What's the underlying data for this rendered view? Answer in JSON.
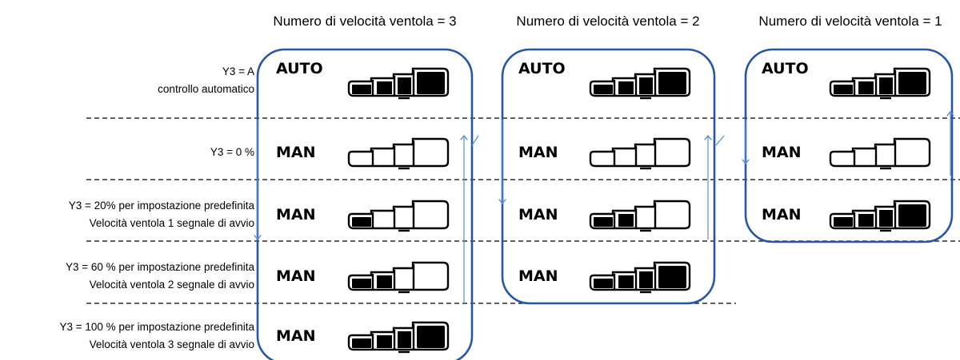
{
  "columns": [
    {
      "heading": "Numero di velocità ventola = 3",
      "rows": [
        {
          "mode": "AUTO",
          "fill": 3
        },
        {
          "mode": "MAN",
          "fill": 0
        },
        {
          "mode": "MAN",
          "fill": 1
        },
        {
          "mode": "MAN",
          "fill": 2
        },
        {
          "mode": "MAN",
          "fill": 3
        }
      ]
    },
    {
      "heading": "Numero di velocità ventola = 2",
      "rows": [
        {
          "mode": "AUTO",
          "fill": 3
        },
        {
          "mode": "MAN",
          "fill": 0
        },
        {
          "mode": "MAN",
          "fill": 2
        },
        {
          "mode": "MAN",
          "fill": 3
        }
      ]
    },
    {
      "heading": "Numero di velocità ventola = 1",
      "rows": [
        {
          "mode": "AUTO",
          "fill": 3
        },
        {
          "mode": "MAN",
          "fill": 0
        },
        {
          "mode": "MAN",
          "fill": 3
        }
      ]
    }
  ],
  "row_labels": [
    [
      "Y3 = A",
      "controllo automatico"
    ],
    [
      "Y3 = 0 %"
    ],
    [
      "Y3 = 20% per impostazione predefinita",
      "Velocità ventola 1 segnale di avvio"
    ],
    [
      "Y3 = 60 % per impostazione predefinita",
      "Velocità ventola 2 segnale di avvio"
    ],
    [
      "Y3 = 100 % per impostazione predefinita",
      "Velocità ventola 3 segnale di avvio"
    ]
  ],
  "colors": {
    "frame": "#2855a5",
    "arrow": "#5b8fd6",
    "divider": "#000000",
    "bar": "#000000"
  }
}
